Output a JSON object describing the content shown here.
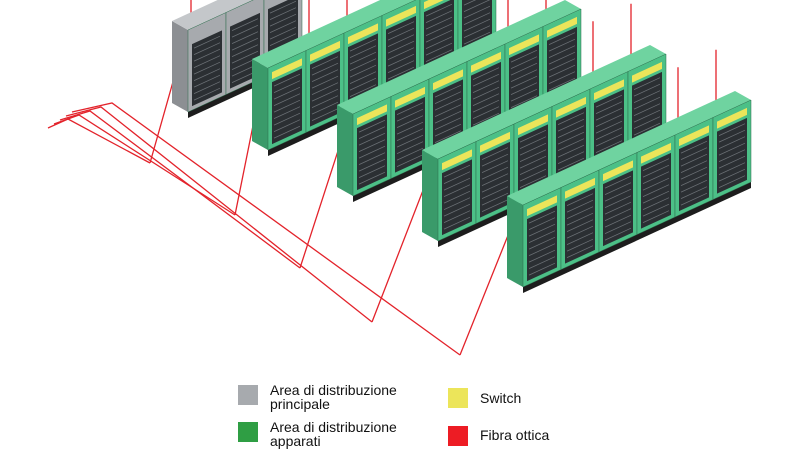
{
  "colors": {
    "main_distribution": "#a7aaae",
    "equipment_distribution": "#4cc087",
    "switch": "#ece55a",
    "fiber": "#e3232b"
  },
  "rows": [
    {
      "type": "main_distribution",
      "cabinets": 3
    },
    {
      "type": "equipment_distribution",
      "cabinets": 6
    },
    {
      "type": "equipment_distribution",
      "cabinets": 6
    },
    {
      "type": "equipment_distribution",
      "cabinets": 6
    },
    {
      "type": "equipment_distribution",
      "cabinets": 6
    }
  ],
  "legend": [
    {
      "label": "Area di distribuzione principale",
      "color": "#a7aaae"
    },
    {
      "label": "Area di distribuzione apparati",
      "color": "#2f9e44"
    },
    {
      "label": "Switch",
      "color": "#ece55a"
    },
    {
      "label": "Fibra ottica",
      "color": "#ed1c24"
    }
  ]
}
